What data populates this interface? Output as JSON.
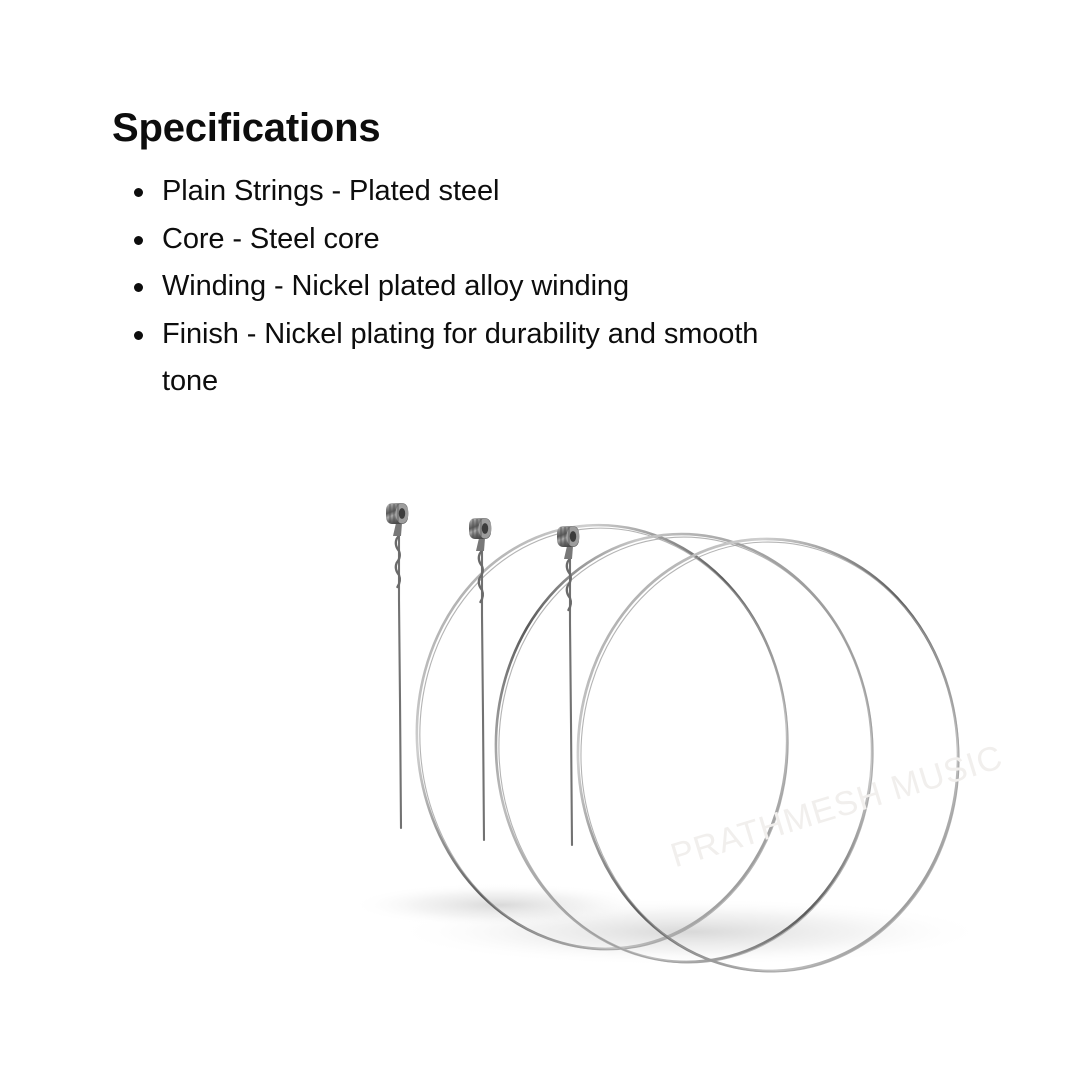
{
  "page": {
    "background_color": "#ffffff",
    "text_color": "#0d0d0d"
  },
  "specifications": {
    "title": "Specifications",
    "items": [
      "Plain Strings - Plated steel",
      "Core - Steel core",
      "Winding - Nickel plated alloy winding",
      "Finish - Nickel plating for durability and smooth tone"
    ]
  },
  "product_image": {
    "alt": "Three coiled guitar strings with ball ends",
    "string_count": 3,
    "wire_color": "#6e6e6e",
    "wire_highlight_color": "#d8d8d8",
    "ball_end_color": "#8a8a8a",
    "shadow_color": "#e8e8e8"
  },
  "watermark": {
    "text": "PRATHMESH MUSIC",
    "color": "#f1efed",
    "rotation_degrees": -17
  }
}
